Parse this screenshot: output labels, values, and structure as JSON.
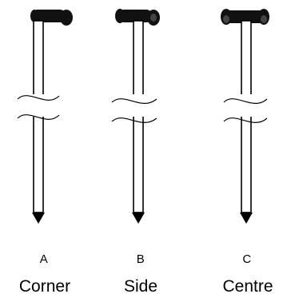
{
  "diagram": {
    "items": [
      {
        "letter": "A",
        "label": "Corner"
      },
      {
        "letter": "B",
        "label": "Side"
      },
      {
        "letter": "C",
        "label": "Centre"
      }
    ]
  }
}
